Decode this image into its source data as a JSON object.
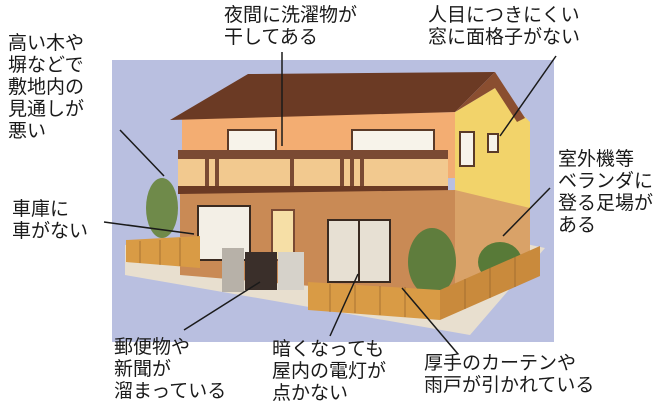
{
  "labels": {
    "laundry": "夜間に洗濯物が\n干してある",
    "window_grille": "人目につきにくい\n窓に面格子がない",
    "tall_trees": "高い木や\n塀などで\n敷地内の\n見通しが\n悪い",
    "no_car": "車庫に\n車がない",
    "outdoor_unit": "室外機等\nベランダに\n登る足場が\nある",
    "mail": "郵便物や\n新聞が\n溜まっている",
    "lights_off": "暗くなっても\n屋内の電灯が\n点かない",
    "curtains": "厚手のカーテンや\n雨戸が引かれている"
  },
  "colors": {
    "panel": "#b9bfe0",
    "roof": "#6b3a24",
    "upper_wall": "#f3ad72",
    "side_wall": "#f2d36a",
    "brick": "#c98a55",
    "fence": "#d99b45",
    "ground": "#e8dfcf"
  }
}
